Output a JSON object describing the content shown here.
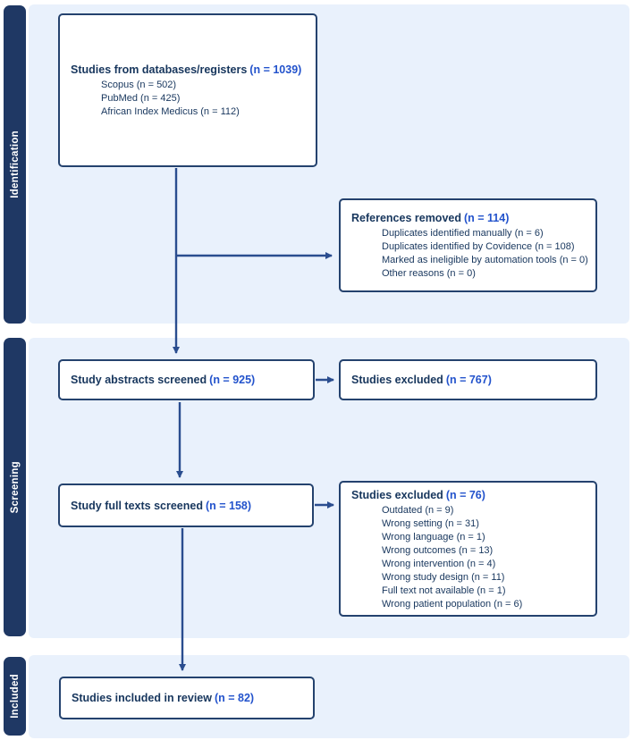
{
  "stages": {
    "identification": "Identification",
    "screening": "Screening",
    "included": "Included"
  },
  "boxes": {
    "databases": {
      "title": "Studies from databases/registers",
      "count": "(n = 1039)",
      "items": [
        "Scopus (n = 502)",
        "PubMed (n = 425)",
        "African Index Medicus (n = 112)"
      ]
    },
    "references_removed": {
      "title": "References removed",
      "count": "(n = 114)",
      "items": [
        "Duplicates identified manually (n = 6)",
        "Duplicates identified by Covidence (n = 108)",
        "Marked as ineligible by automation tools (n = 0)",
        "Other reasons (n = 0)"
      ]
    },
    "abstracts_screened": {
      "title": "Study abstracts screened",
      "count": "(n = 925)"
    },
    "abstracts_excluded": {
      "title": "Studies excluded",
      "count": "(n = 767)"
    },
    "fulltexts_screened": {
      "title": "Study full texts screened",
      "count": "(n = 158)"
    },
    "fulltexts_excluded": {
      "title": "Studies excluded",
      "count": "(n = 76)",
      "items": [
        "Outdated (n = 9)",
        "Wrong setting (n = 31)",
        "Wrong language (n = 1)",
        "Wrong outcomes (n = 13)",
        "Wrong intervention (n = 4)",
        "Wrong study design (n = 11)",
        "Full text not available (n = 1)",
        "Wrong patient population (n = 6)"
      ]
    },
    "included_review": {
      "title": "Studies included in review",
      "count": "(n = 82)"
    }
  },
  "colors": {
    "navy": "#1f3864",
    "text_navy": "#17365d",
    "accent_blue": "#2353cc",
    "band_bg": "#e9f1fc",
    "box_border": "#24426e",
    "arrow": "#2a4d8f"
  }
}
